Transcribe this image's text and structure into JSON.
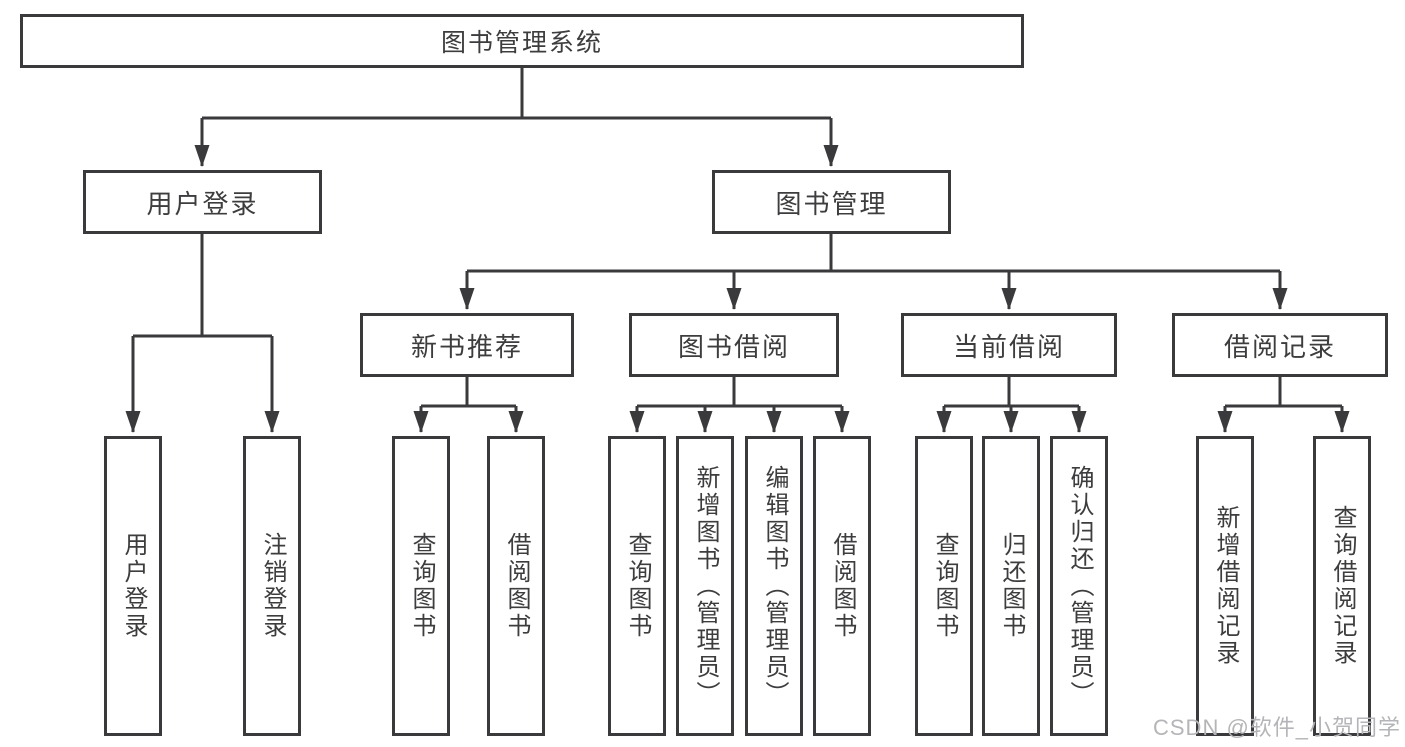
{
  "colors": {
    "line": "#3a3a3c",
    "text": "#3d3d3f",
    "watermark": "#b5b5b9",
    "background": "#ffffff"
  },
  "tree": {
    "root": {
      "label": "图书管理系统",
      "children": [
        {
          "label": "用户登录",
          "children": [
            {
              "label": "用户登录"
            },
            {
              "label": "注销登录"
            }
          ]
        },
        {
          "label": "图书管理",
          "children": [
            {
              "label": "新书推荐",
              "children": [
                {
                  "label": "查询图书"
                },
                {
                  "label": "借阅图书"
                }
              ]
            },
            {
              "label": "图书借阅",
              "children": [
                {
                  "label": "查询图书"
                },
                {
                  "label": "新增图书（管理员）"
                },
                {
                  "label": "编辑图书（管理员）"
                },
                {
                  "label": "借阅图书"
                }
              ]
            },
            {
              "label": "当前借阅",
              "children": [
                {
                  "label": "查询图书"
                },
                {
                  "label": "归还图书"
                },
                {
                  "label": "确认归还（管理员）"
                }
              ]
            },
            {
              "label": "借阅记录",
              "children": [
                {
                  "label": "新增借阅记录"
                },
                {
                  "label": "查询借阅记录"
                }
              ]
            }
          ]
        }
      ]
    }
  },
  "watermark": {
    "text": "CSDN @软件_小贺同学"
  }
}
